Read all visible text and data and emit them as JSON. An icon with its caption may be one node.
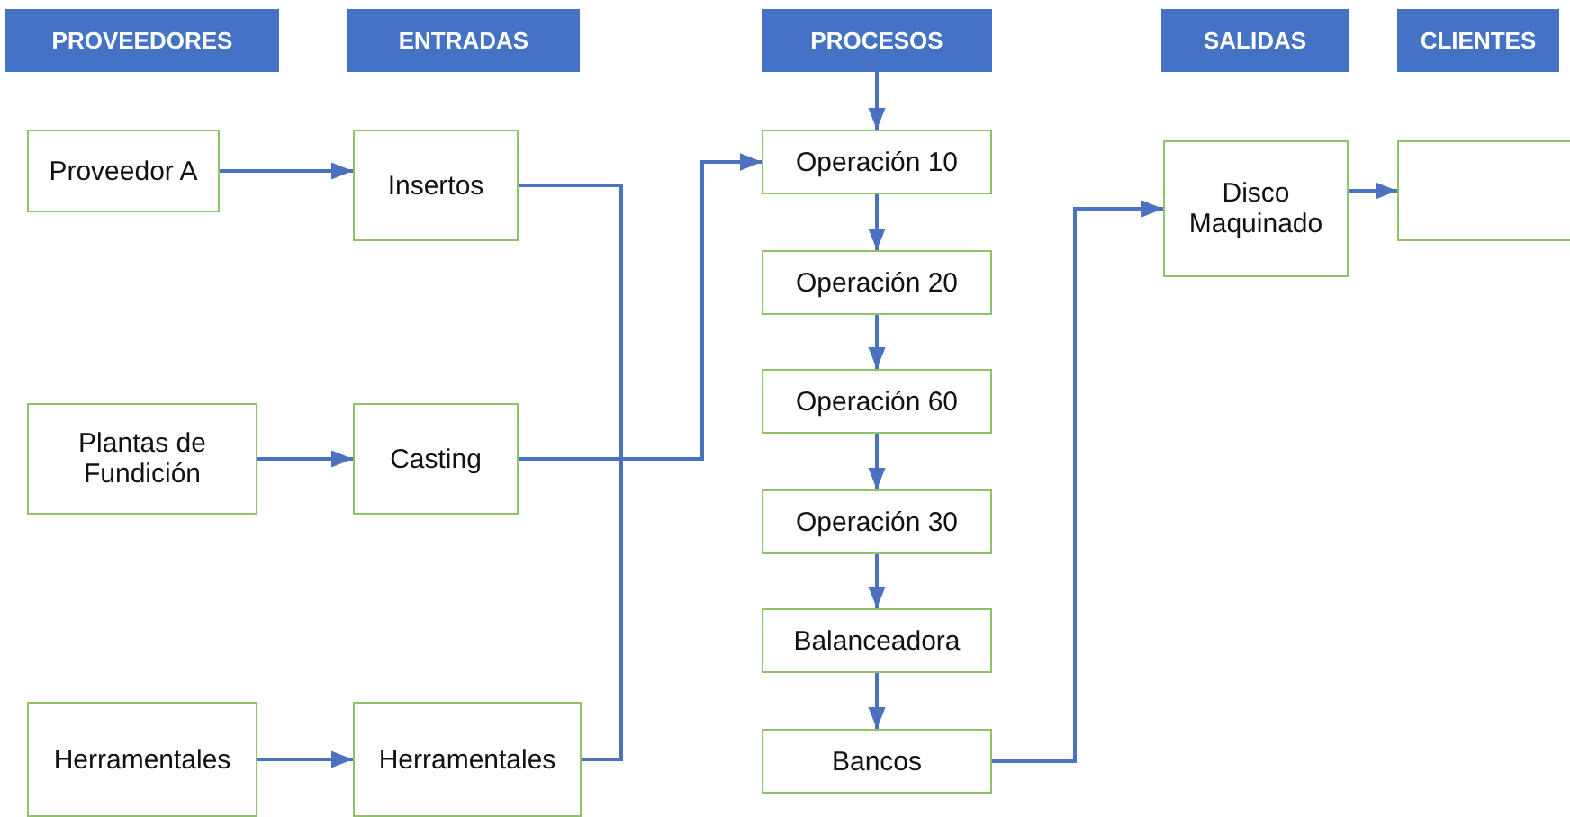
{
  "diagram": {
    "nodes": [
      {
        "text": [
          "PROVEEDORES"
        ]
      },
      {
        "text": [
          "ENTRADAS"
        ]
      },
      {
        "text": [
          "PROCESOS"
        ]
      },
      {
        "text": [
          "SALIDAS"
        ]
      },
      {
        "text": [
          "CLIENTES"
        ]
      },
      {
        "text": [
          "Proveedor A"
        ]
      },
      {
        "text": [
          "Insertos"
        ]
      },
      {
        "text": [
          "Plantas de Fundición"
        ]
      },
      {
        "text": [
          "Casting"
        ]
      },
      {
        "text": [
          "Herramentales"
        ]
      },
      {
        "text": [
          "Herramentales"
        ]
      },
      {
        "text": [
          "Operación 10"
        ]
      },
      {
        "text": [
          "Operación 20"
        ]
      },
      {
        "text": [
          "Operación 60"
        ]
      },
      {
        "text": [
          "Operación 30"
        ]
      },
      {
        "text": [
          "Balanceadora"
        ]
      },
      {
        "text": [
          "Bancos"
        ]
      },
      {
        "text": [
          "Disco Maquinado"
        ]
      },
      {
        "text": [],
        "shape": "box"
      }
    ],
    "edges": [
      {
        "from": 5,
        "to": 6,
        "arrow": "to"
      },
      {
        "from": 7,
        "to": 8,
        "arrow": "to"
      },
      {
        "from": 9,
        "to": 10,
        "arrow": "to"
      },
      {
        "from": 6,
        "to": 11,
        "arrow": "to"
      },
      {
        "from": 8,
        "to": 11,
        "arrow": "to"
      },
      {
        "from": 10,
        "to": 11,
        "arrow": "to"
      },
      {
        "from": 2,
        "to": 11,
        "arrow": "to"
      },
      {
        "from": 11,
        "to": 12,
        "arrow": "to"
      },
      {
        "from": 12,
        "to": 13,
        "arrow": "to"
      },
      {
        "from": 13,
        "to": 14,
        "arrow": "to"
      },
      {
        "from": 14,
        "to": 15,
        "arrow": "to"
      },
      {
        "from": 15,
        "to": 16,
        "arrow": "to"
      },
      {
        "from": 16,
        "to": 17,
        "arrow": "to"
      },
      {
        "from": 17,
        "to": 18,
        "arrow": "to"
      }
    ]
  }
}
